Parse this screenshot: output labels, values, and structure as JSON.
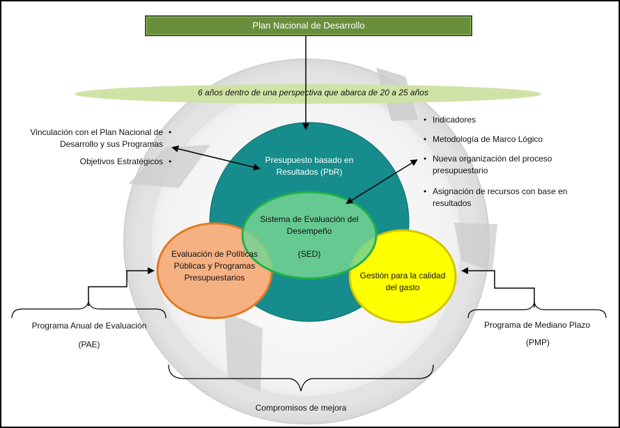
{
  "diagram": {
    "title": "Plan Nacional de Desarrollo",
    "banner": "6 años dentro de una perspectiva que abarca de 20 a 25 años",
    "left_items": [
      "Vinculación con el Plan Nacional de Desarrollo y sus Programas",
      "Objetivos Estratégicos"
    ],
    "right_items": [
      "Indicadores",
      "Metodología de Marco Lógico",
      "Nueva organización del proceso presupuestario",
      "Asignación de recursos con base en resultados"
    ],
    "pbr_label": "Presupuesto basado en Resultados (PbR)",
    "sed_label": "Sistema de Evaluación del Desempeño",
    "sed_abbr": "(SED)",
    "evaluacion_label": "Evaluación de Políticas Públicas y Programas Presupuestarios",
    "gestion_label": "Gestión para la calidad del gasto",
    "pae_label": "Programa Anual de Evaluación",
    "pae_abbr": "(PAE)",
    "pmp_label": "Programa de Mediano Plazo",
    "pmp_abbr": "(PMP)",
    "bottom_label": "Compromisos de mejora",
    "colors": {
      "title_fill": "#6a8f3c",
      "banner_fill": "#cfe3a6",
      "pbr_fill": "#168c8c",
      "sed_fill": "#6fcf8a",
      "evaluacion_fill": "#f6b183",
      "evaluacion_stroke": "#e07b22",
      "gestion_fill": "#ffff00",
      "gestion_stroke": "#d4c400"
    }
  }
}
